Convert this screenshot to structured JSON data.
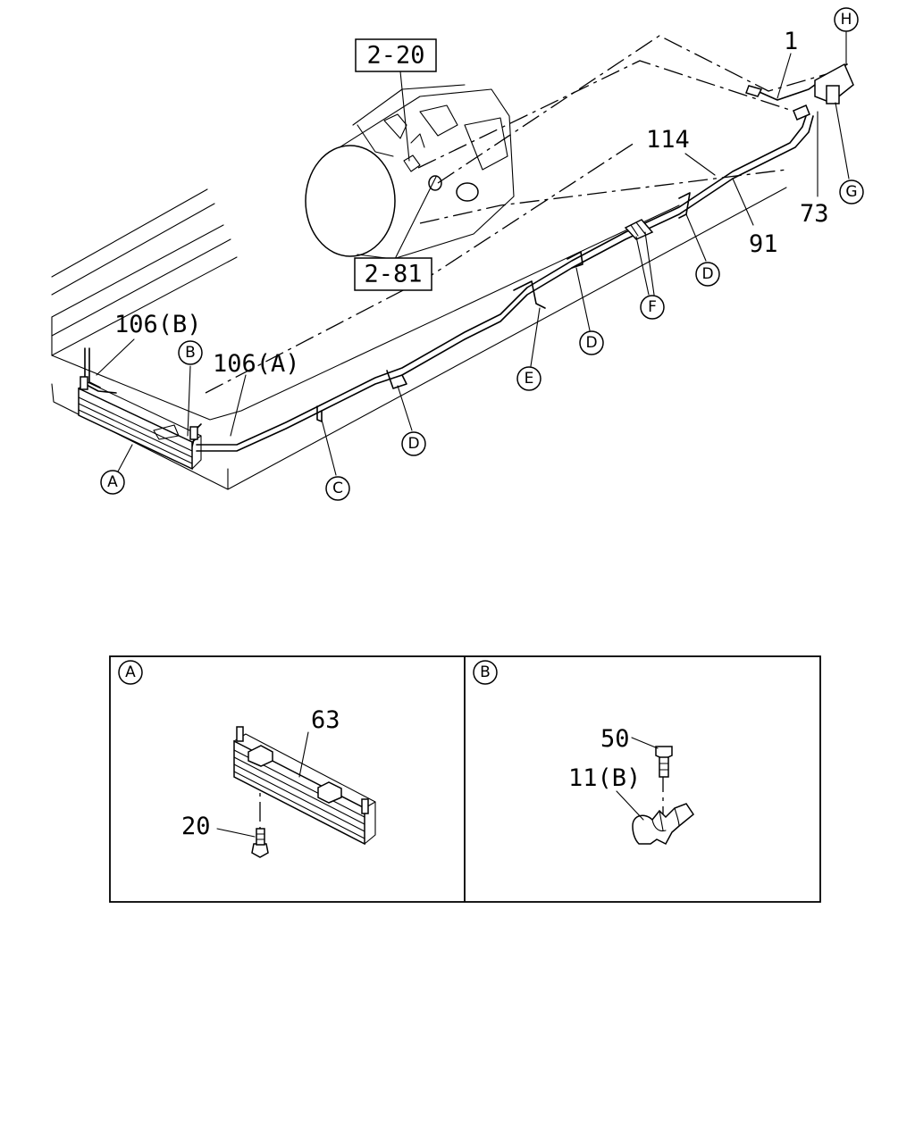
{
  "callouts": {
    "A": "A",
    "B": "B",
    "C": "C",
    "D": "D",
    "E": "E",
    "F": "F",
    "G": "G",
    "H": "H"
  },
  "main_labels": {
    "p1": "1",
    "p114": "114",
    "p73": "73",
    "p91": "91",
    "p106b": "106(B)",
    "p106a": "106(A)"
  },
  "ref_boxes": {
    "r220": "2-20",
    "r281": "2-81"
  },
  "detail_a": {
    "tag": "A",
    "p63": "63",
    "p20": "20"
  },
  "detail_b": {
    "tag": "B",
    "p50": "50",
    "p11b": "11(B)"
  }
}
